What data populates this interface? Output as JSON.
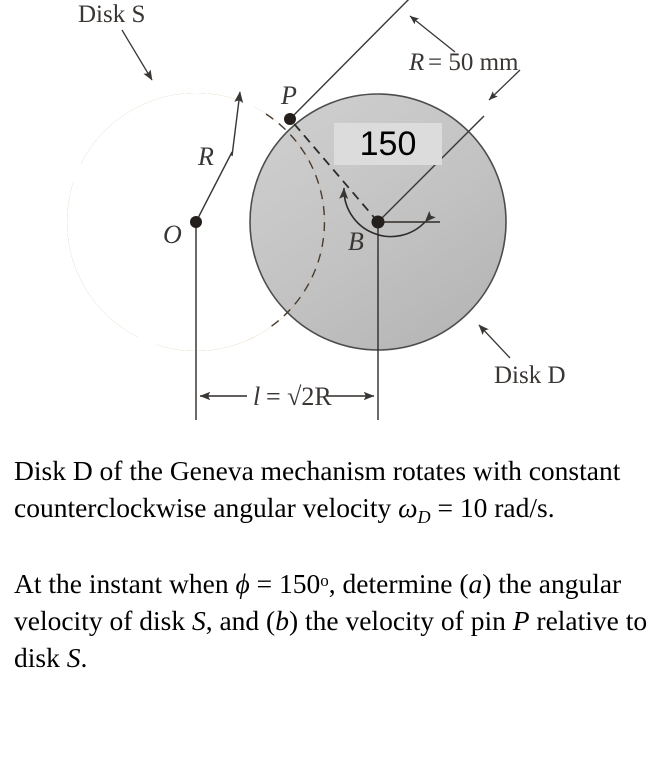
{
  "figure": {
    "title_labels": {
      "disk_s": "Disk S",
      "disk_d": "Disk D"
    },
    "points": {
      "o": "O",
      "p": "P",
      "b": "B"
    },
    "dimensions": {
      "radius_inner": "R",
      "radius_note": "R = 50 mm",
      "radius_note_symbol": "R",
      "radius_note_value": "= 50 mm",
      "center_distance_symbol": "l",
      "center_distance_value": "= √2R",
      "center_distance": "l = √2R",
      "angle_value": "150"
    },
    "colors": {
      "disk_s_light": "#f2d79a",
      "disk_s_dark": "#d98c52",
      "disk_d_fill": "#c4c4c4",
      "disk_d_stroke": "#555555",
      "line": "#3a3634",
      "overlay_box": "#dcdcdd",
      "overlay_text": "#000000"
    }
  },
  "problem": {
    "paragraph1": {
      "part1": "Disk D of the Geneva mechanism rotates with constant counterclockwise angular velocity ",
      "omega": "ω",
      "omega_sub": "D",
      "part2": " = 10 rad/s."
    },
    "paragraph2": {
      "part1": "At the instant when ",
      "phi": "ϕ",
      "part2": " = 150",
      "degree": "o",
      "part3": ", determine (",
      "label_a": "a",
      "part4": ") the angular velocity of disk ",
      "disk_s": "S",
      "part5": ", and (",
      "label_b": "b",
      "part6": ") the velocity of pin ",
      "pin_p": "P",
      "part7": " relative to disk ",
      "disk_s2": "S",
      "part8": "."
    }
  }
}
